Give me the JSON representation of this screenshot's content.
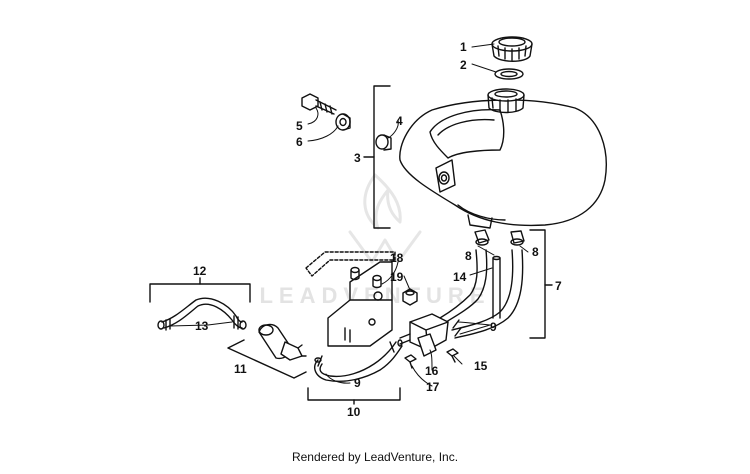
{
  "footer": {
    "text": "Rendered by LeadVenture, Inc."
  },
  "watermark": {
    "text": "LEADVENTURE"
  },
  "callouts": [
    {
      "id": "c1",
      "label": "1"
    },
    {
      "id": "c2",
      "label": "2"
    },
    {
      "id": "c3",
      "label": "3"
    },
    {
      "id": "c4",
      "label": "4"
    },
    {
      "id": "c5",
      "label": "5"
    },
    {
      "id": "c6",
      "label": "6"
    },
    {
      "id": "c7",
      "label": "7"
    },
    {
      "id": "c8a",
      "label": "8"
    },
    {
      "id": "c8b",
      "label": "8"
    },
    {
      "id": "c9a",
      "label": "9"
    },
    {
      "id": "c9b",
      "label": "9"
    },
    {
      "id": "c10",
      "label": "10"
    },
    {
      "id": "c11",
      "label": "11"
    },
    {
      "id": "c12",
      "label": "12"
    },
    {
      "id": "c13",
      "label": "13"
    },
    {
      "id": "c14",
      "label": "14"
    },
    {
      "id": "c15",
      "label": "15"
    },
    {
      "id": "c16",
      "label": "16"
    },
    {
      "id": "c17",
      "label": "17"
    },
    {
      "id": "c18",
      "label": "18"
    },
    {
      "id": "c19",
      "label": "19"
    }
  ]
}
